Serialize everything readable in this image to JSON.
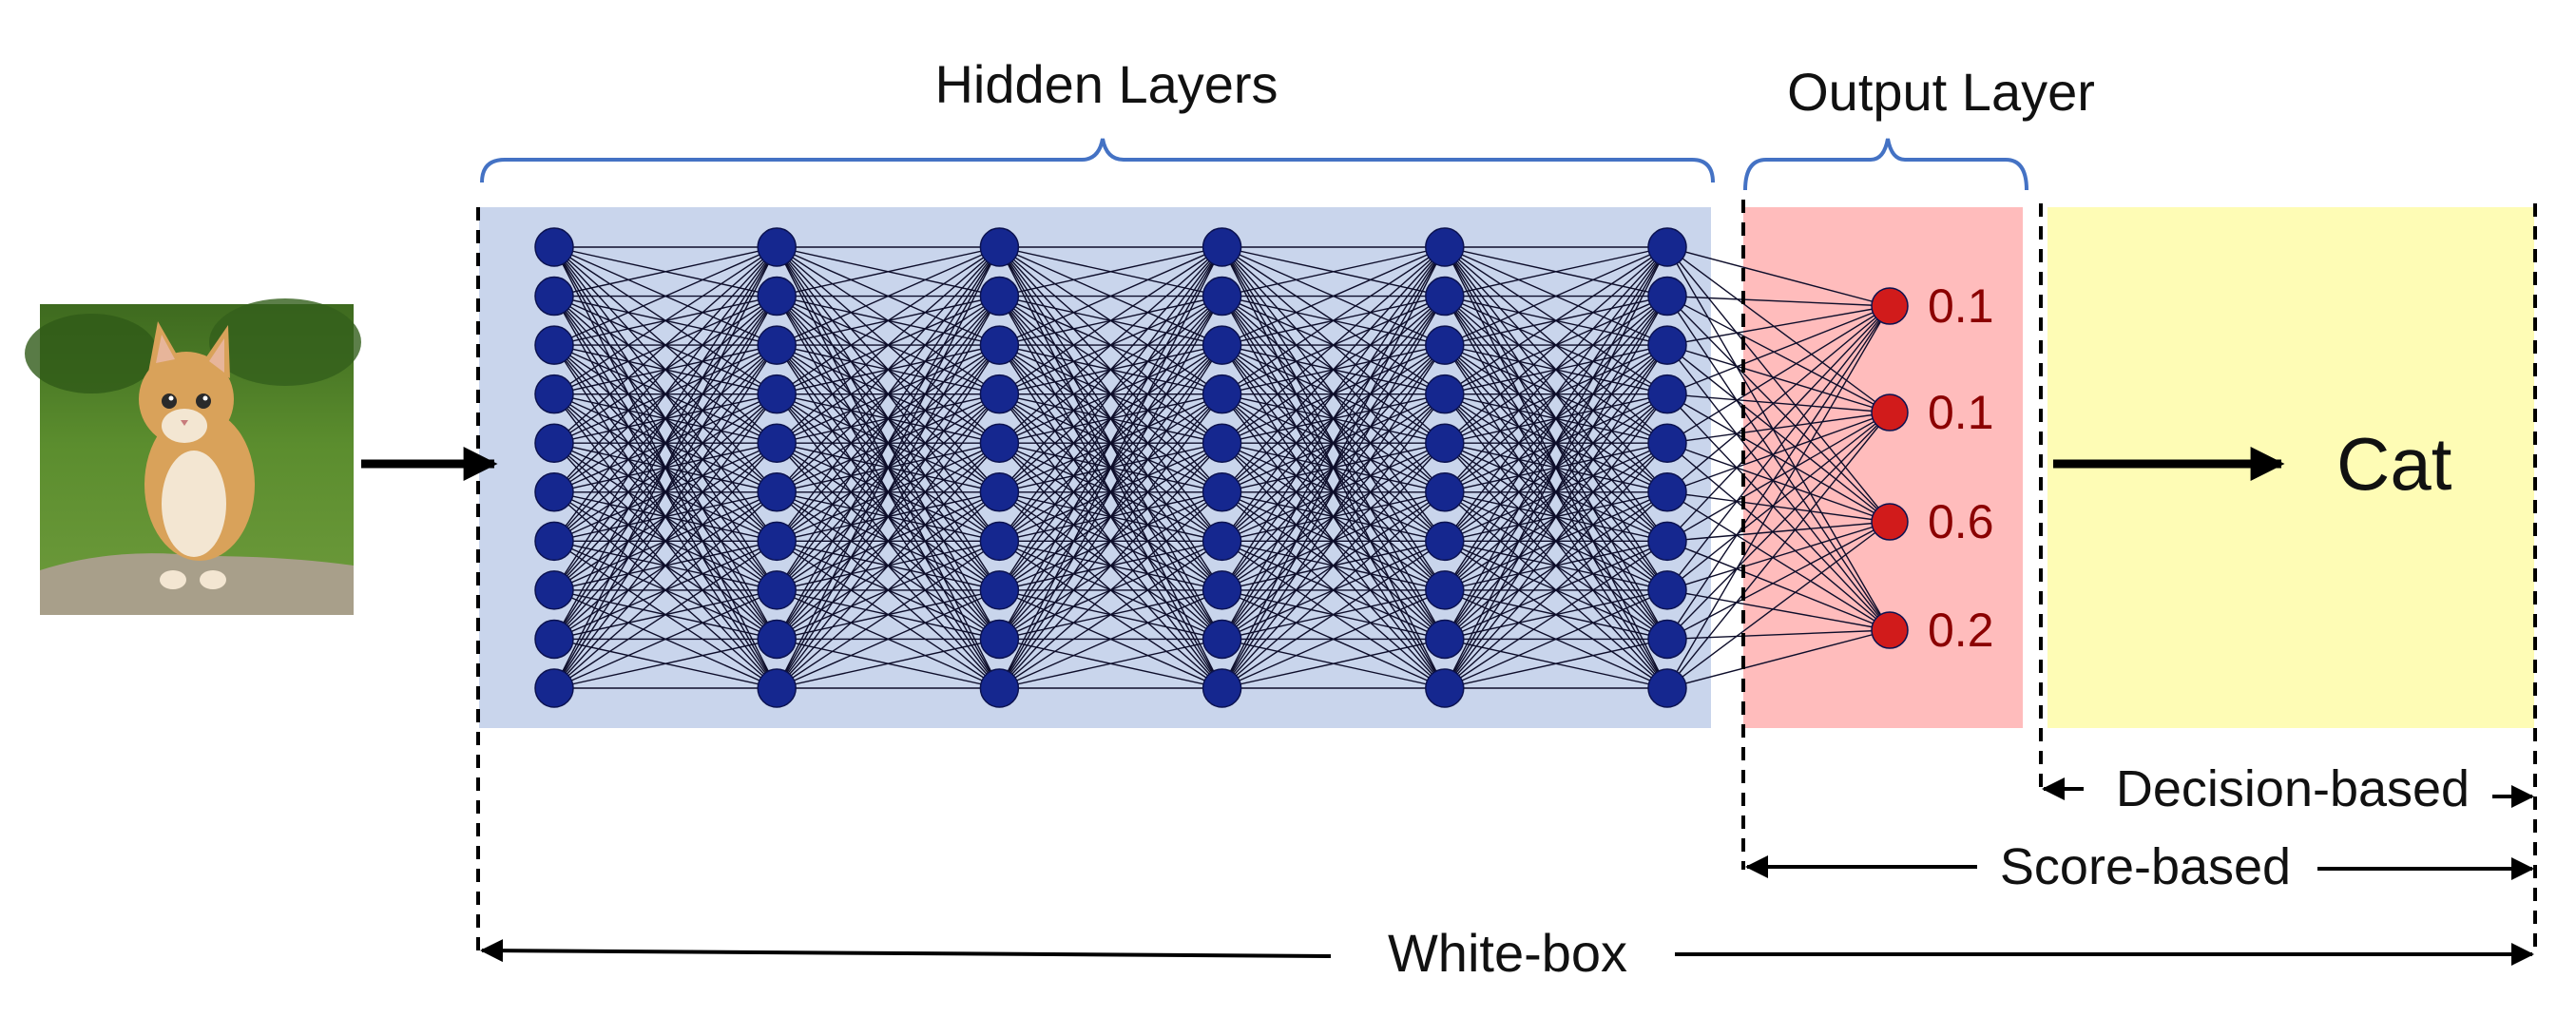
{
  "labels": {
    "hidden_layers": "Hidden Layers",
    "output_layer": "Output Layer",
    "decision": "Cat",
    "decision_based": "Decision-based",
    "score_based": "Score-based",
    "white_box": "White-box"
  },
  "network": {
    "hidden_layer_count": 6,
    "hidden_neurons_per_layer": 10,
    "output_scores": [
      "0.1",
      "0.1",
      "0.6",
      "0.2"
    ]
  },
  "colors": {
    "hidden_region": "#c9d5ec",
    "output_region": "#ffbcbc",
    "decision_region": "#fefcb5",
    "hidden_neuron": "#15278f",
    "output_neuron": "#d11b1b",
    "bracket": "#4472c4",
    "score_text": "#8b0000"
  },
  "icons": {
    "input_image": "kitten-photo"
  }
}
